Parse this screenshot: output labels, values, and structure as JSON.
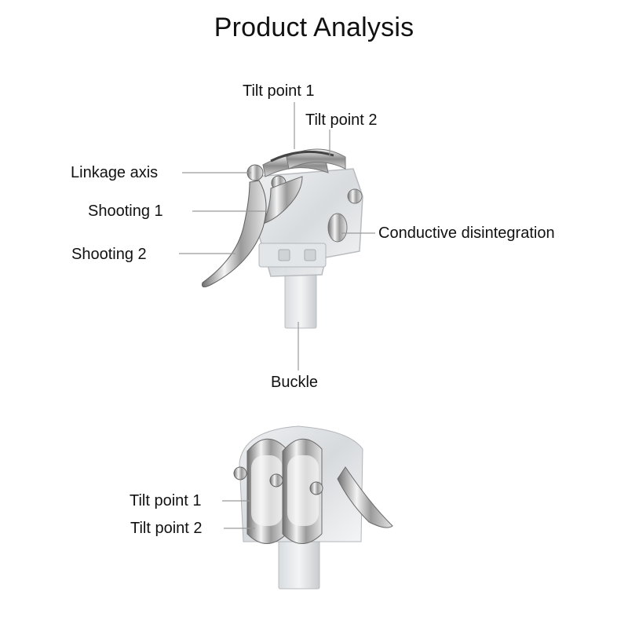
{
  "title": "Product Analysis",
  "top_labels": {
    "tilt_point_1": "Tilt point 1",
    "tilt_point_2": "Tilt point 2",
    "linkage_axis": "Linkage axis",
    "shooting_1": "Shooting 1",
    "shooting_2": "Shooting 2",
    "conductive_disintegration": "Conductive disintegration",
    "buckle": "Buckle"
  },
  "bottom_labels": {
    "tilt_point_1": "Tilt point 1",
    "tilt_point_2": "Tilt point 2"
  }
}
